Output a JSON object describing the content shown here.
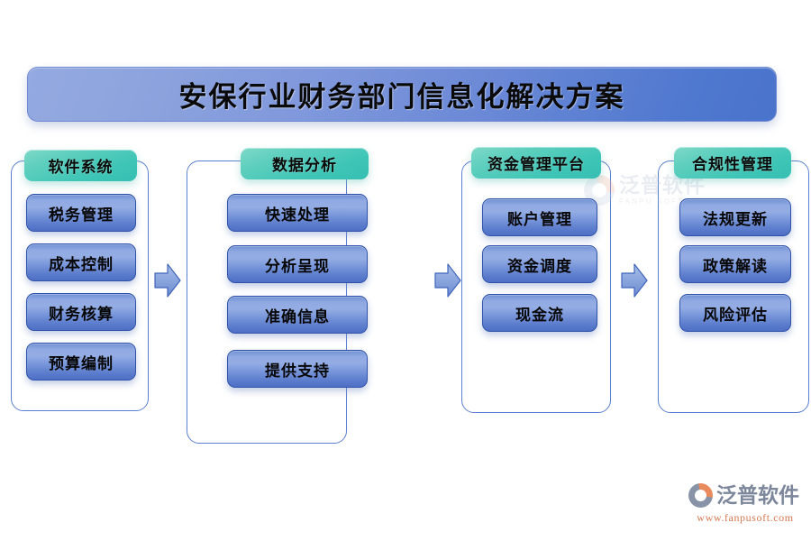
{
  "title": {
    "text": "安保行业财务部门信息化解决方案"
  },
  "columns": [
    {
      "header": "软件系统",
      "items": [
        "税务管理",
        "成本控制",
        "财务核算",
        "预算编制"
      ]
    },
    {
      "header": "数据分析",
      "items": [
        "快速处理",
        "分析呈现",
        "准确信息",
        "提供支持"
      ]
    },
    {
      "header": "资金管理平台",
      "items": [
        "账户管理",
        "资金调度",
        "现金流"
      ]
    },
    {
      "header": "合规性管理",
      "items": [
        "法规更新",
        "政策解读",
        "风险评估"
      ]
    }
  ],
  "arrows": [
    {
      "name": "arrow-col1-to-col2"
    },
    {
      "name": "arrow-col2-to-col3"
    },
    {
      "name": "arrow-col3-to-col4"
    }
  ],
  "watermark": {
    "brand_cn": "泛普软件",
    "brand_en": "FANPU SOFTWARE"
  },
  "logo": {
    "brand_cn": "泛普软件",
    "url": "www.fanpusoft.com"
  },
  "colors": {
    "title_banner_light": "#93a9e0",
    "title_banner_dark": "#4a73cc",
    "header_pill_light": "#7fd9c8",
    "header_pill_dark": "#35bfb2",
    "item_pill_light": "#95ade4",
    "item_pill_dark": "#4f6fc6",
    "column_border": "#5b7fd0",
    "arrow_fill": "#7f9bdb",
    "logo_orange": "#d87a54",
    "logo_gray": "#7d879c"
  }
}
